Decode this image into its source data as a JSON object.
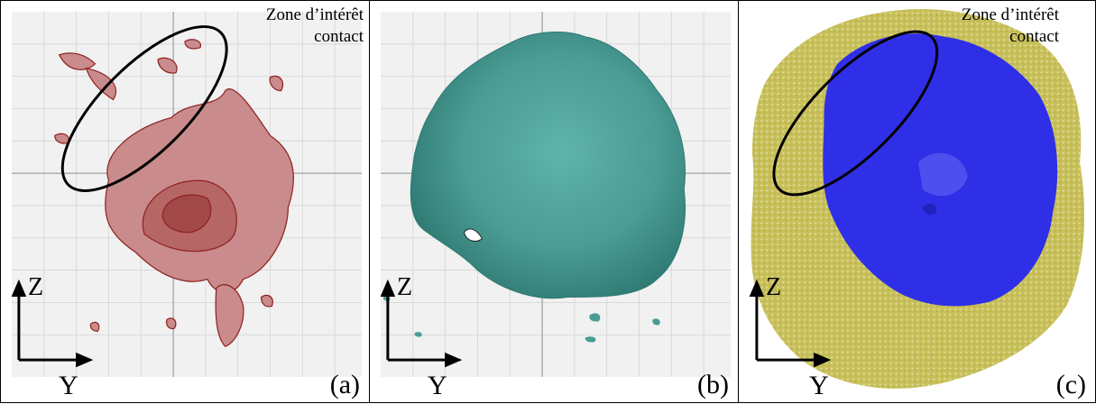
{
  "panels": [
    {
      "id": "a",
      "label": "(a)",
      "zone_label_line1": "Zone d’intérêt",
      "zone_label_line2": "contact",
      "axis_z": "Z",
      "axis_y": "Y",
      "object_color": "#9b2a2a"
    },
    {
      "id": "b",
      "label": "(b)",
      "axis_z": "Z",
      "axis_y": "Y",
      "object_color": "#4a9c94"
    },
    {
      "id": "c",
      "label": "(c)",
      "zone_label_line1": "Zone d’intérêt",
      "zone_label_line2": "contact",
      "axis_z": "Z",
      "axis_y": "Y",
      "object_color_outer": "#c8c05a",
      "object_color_inner": "#2f2fe8"
    }
  ]
}
